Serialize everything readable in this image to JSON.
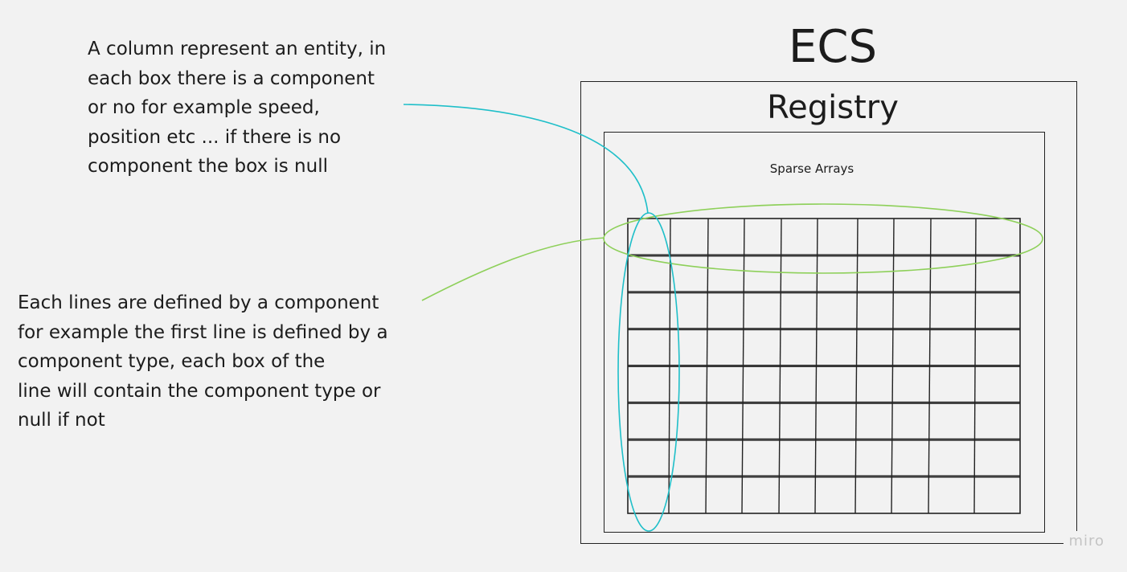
{
  "diagram": {
    "title": "ECS",
    "registry_label": "Registry",
    "sparse_arrays_label": "Sparse Arrays",
    "column_note": "A column represent an entity, in\neach box there is a component\nor no for example speed,\nposition etc ... if there is no\ncomponent the box is null",
    "line_note": "Each lines are defined by a component\nfor example the first line is defined by a\ncomponent type, each box of the\nline will contain the component type or\nnull if not",
    "grid": {
      "rows": 8,
      "columns": 10
    },
    "colors": {
      "background": "#f2f2f2",
      "stroke": "#222222",
      "column_highlight": "#1fbfc9",
      "row_highlight": "#8ed05a"
    }
  },
  "watermark": "miro"
}
